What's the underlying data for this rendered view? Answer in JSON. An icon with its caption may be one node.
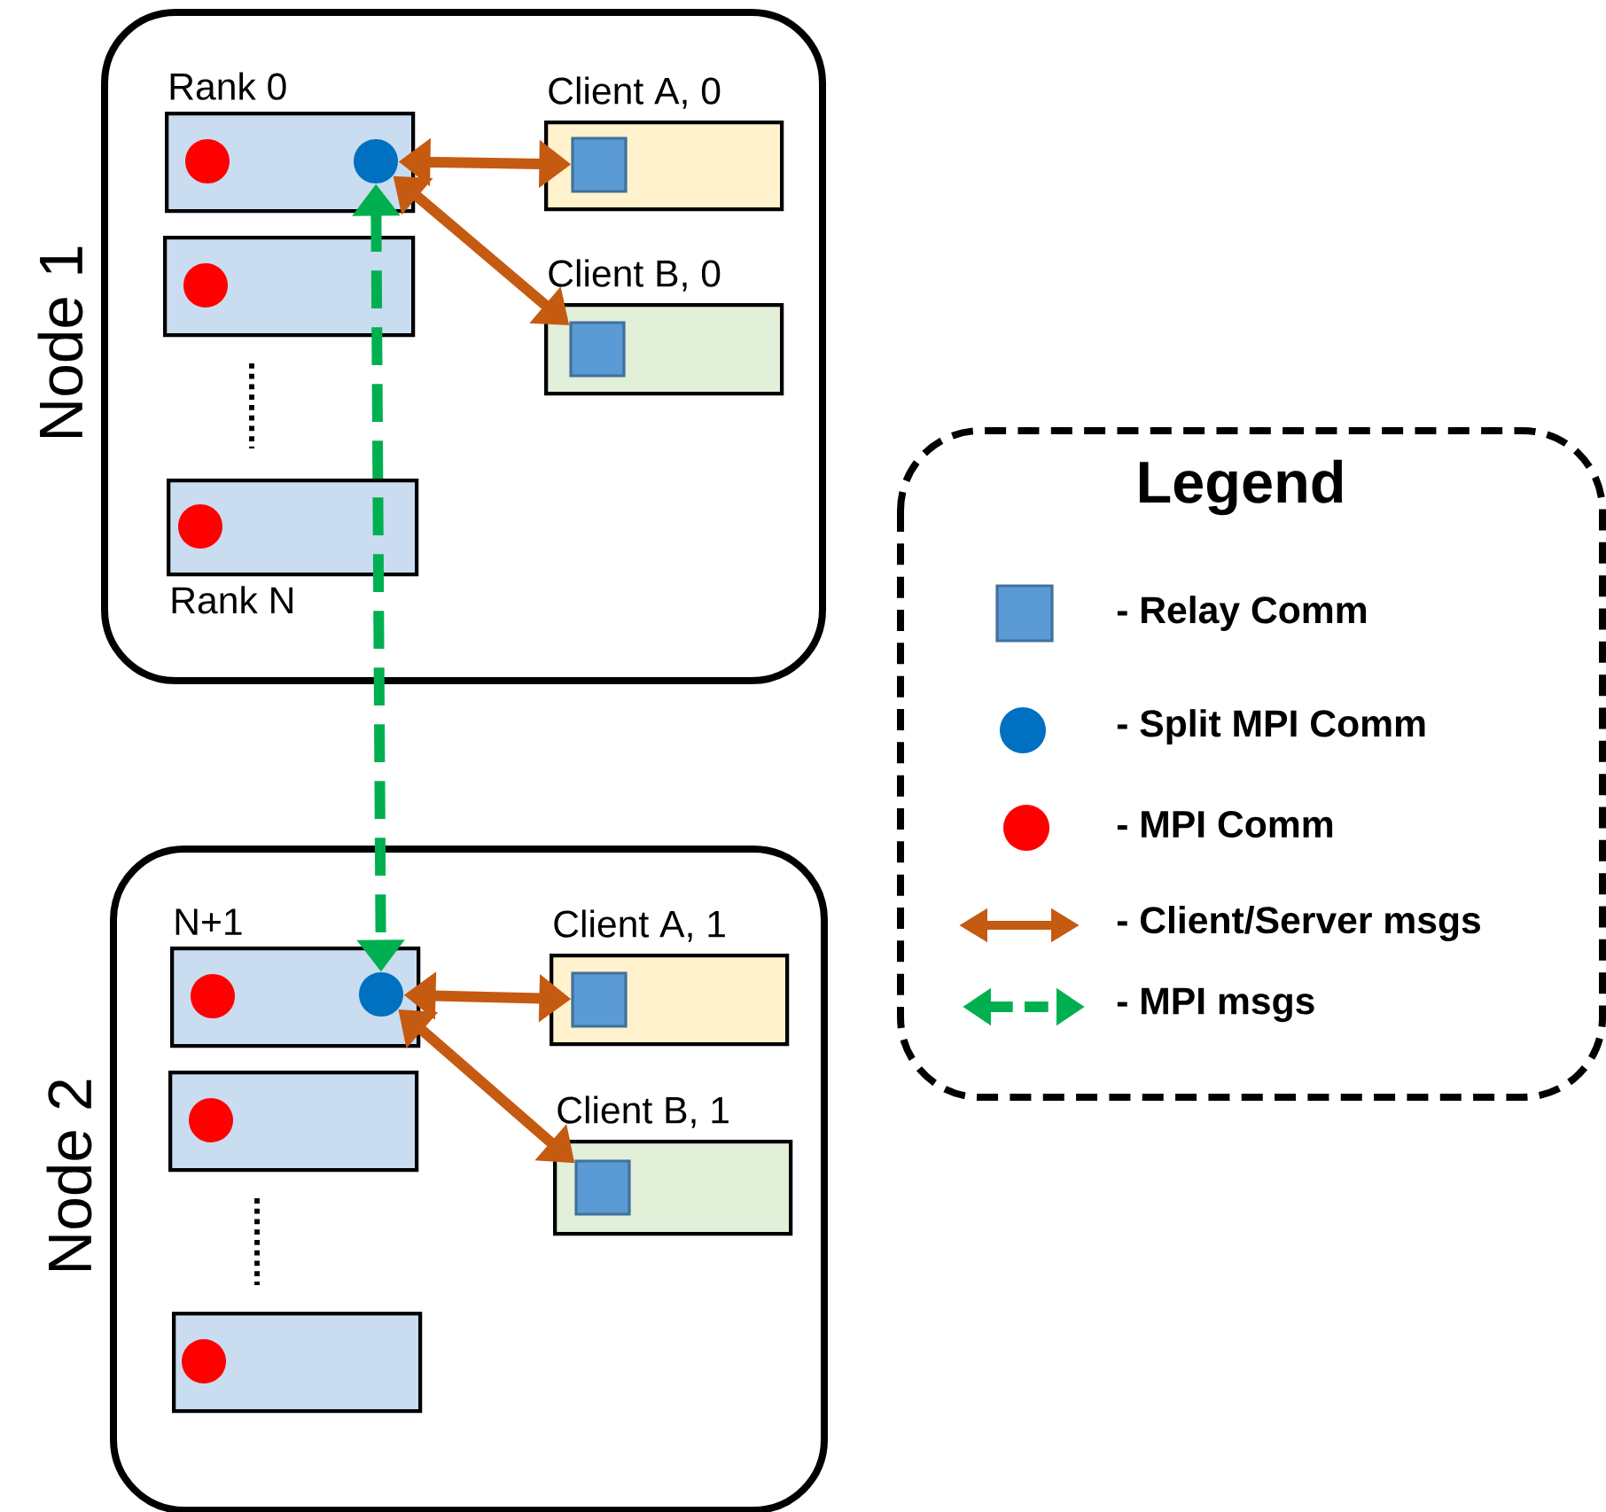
{
  "diagram": {
    "nodes": [
      {
        "text": [
          "Node 1"
        ]
      },
      {
        "text": [
          "Rank 0"
        ],
        "in": 0
      },
      {
        "text": [],
        "shape": "circle",
        "in": 1
      },
      {
        "text": [],
        "shape": "circle",
        "in": 1
      },
      {
        "text": [],
        "shape": "box",
        "in": 0
      },
      {
        "text": [],
        "shape": "circle",
        "in": 4
      },
      {
        "text": [
          "Rank N"
        ],
        "in": 0
      },
      {
        "text": [],
        "shape": "circle",
        "in": 6
      },
      {
        "text": [
          "Client A, 0"
        ],
        "in": 0
      },
      {
        "text": [],
        "shape": "box",
        "in": 8
      },
      {
        "text": [
          "Client B, 0"
        ],
        "in": 0
      },
      {
        "text": [],
        "shape": "box",
        "in": 10
      },
      {
        "text": [
          "Node 2"
        ]
      },
      {
        "text": [
          "N+1"
        ],
        "in": 12
      },
      {
        "text": [],
        "shape": "circle",
        "in": 13
      },
      {
        "text": [],
        "shape": "circle",
        "in": 13
      },
      {
        "text": [],
        "shape": "box",
        "in": 12
      },
      {
        "text": [],
        "shape": "circle",
        "in": 16
      },
      {
        "text": [],
        "shape": "box",
        "in": 12
      },
      {
        "text": [],
        "shape": "circle",
        "in": 18
      },
      {
        "text": [
          "Client A, 1"
        ],
        "in": 12
      },
      {
        "text": [],
        "shape": "box",
        "in": 20
      },
      {
        "text": [
          "Client B, 1"
        ],
        "in": 12
      },
      {
        "text": [],
        "shape": "box",
        "in": 22
      }
    ],
    "edges": [
      {
        "from": 3,
        "to": 9,
        "arrow": "both"
      },
      {
        "from": 3,
        "to": 11,
        "arrow": "both"
      },
      {
        "from": 3,
        "to": 15,
        "arrow": "both",
        "style": "dashed",
        "color": "#00b050"
      },
      {
        "from": 15,
        "to": 21,
        "arrow": "both"
      },
      {
        "from": 15,
        "to": 23,
        "arrow": "both"
      }
    ],
    "labels": [
      "Legend"
    ],
    "legend": [
      {
        "text": "- Relay Comm"
      },
      {
        "text": "- Split MPI Comm"
      },
      {
        "text": "- MPI Comm"
      },
      {
        "text": "- Client/Server msgs"
      },
      {
        "text": "- MPI msgs"
      }
    ]
  }
}
